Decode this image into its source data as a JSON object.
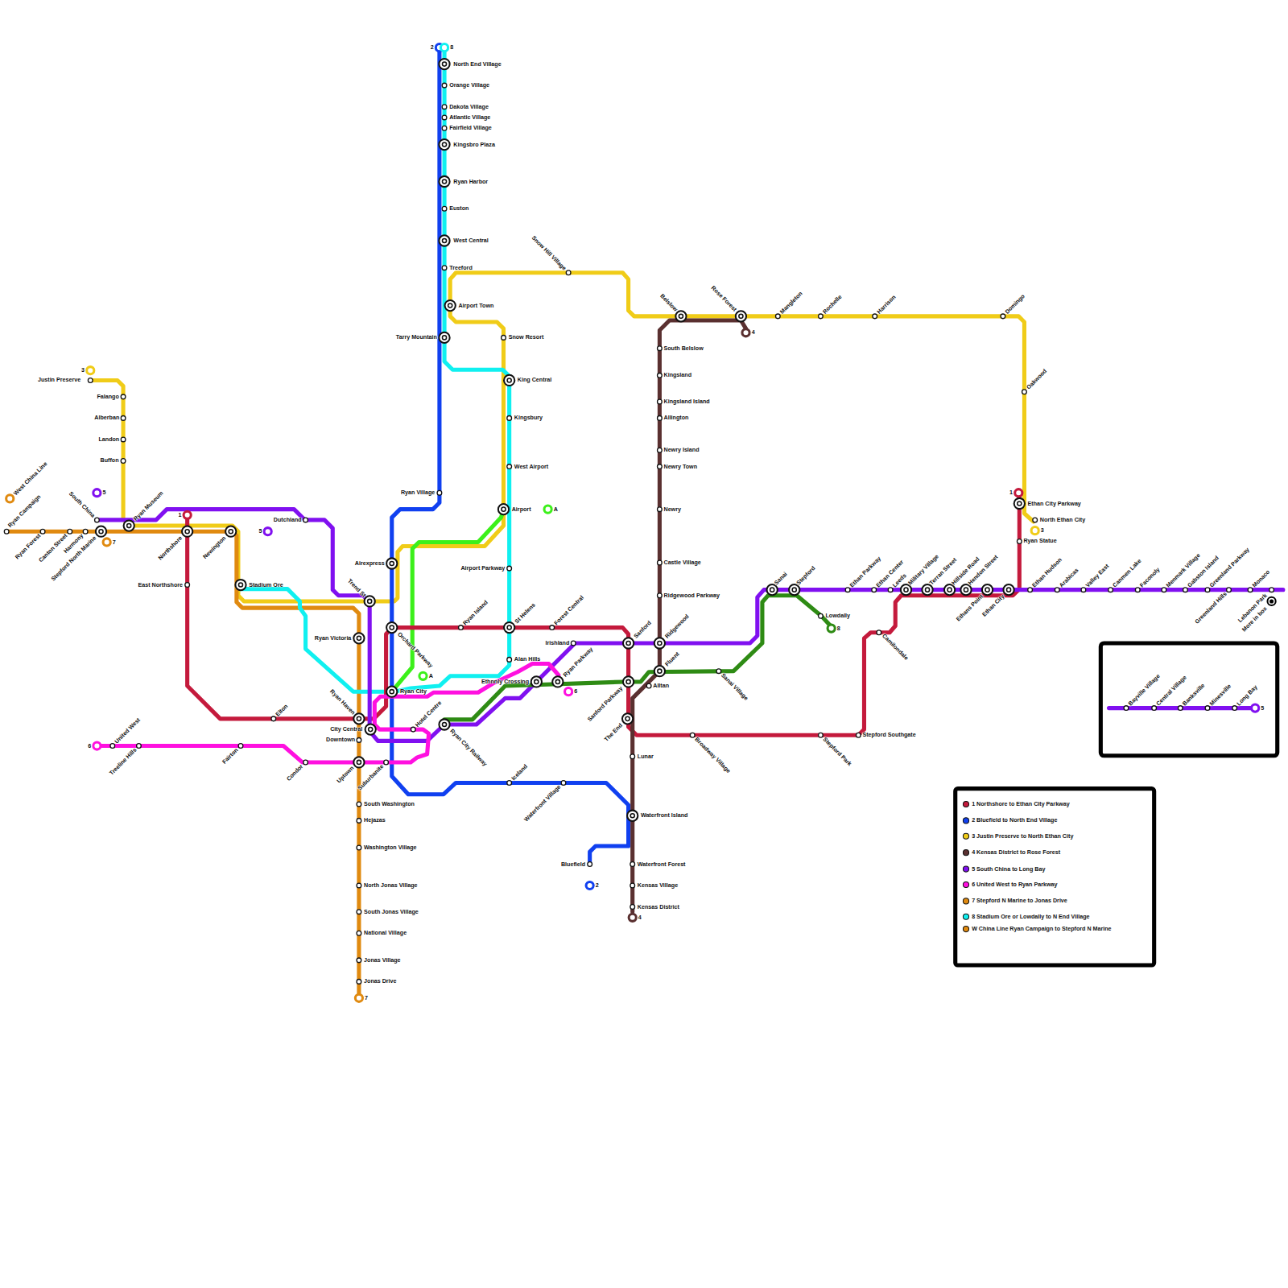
{
  "diagram": {
    "labels": [
      "North End Village",
      "Orange Village",
      "Dakota Village",
      "Atlantic Village",
      "Fairfield Village",
      "Kingsbro Plaza",
      "Ryan Harbor",
      "Euston",
      "West Central",
      "Treeford",
      "Airport Town",
      "Tarry Mountain",
      "Snow Resort",
      "King Central",
      "Kingsbury",
      "West Airport",
      "Airport",
      "Airport Parkway",
      "St Helens",
      "Alan Hills",
      "Ryan Village",
      "Snow Hill Village",
      "Belslow",
      "Rose Forest",
      "Mangleton",
      "Rochelle",
      "Harrison",
      "Domingo",
      "Oakwood",
      "Ethan City Parkway",
      "North Ethan City",
      "Ryan Statue",
      "South Belslow",
      "Kingsland",
      "Kingsland Island",
      "Allington",
      "Newry Island",
      "Newry Town",
      "Newry",
      "Castle Village",
      "Ridgewood Parkway",
      "Ridgewood",
      "Fluent",
      "Alltan",
      "Sanford",
      "Irishland",
      "Sanford Parkway",
      "The End",
      "Lunar",
      "Waterfront Island",
      "Waterfront Forest",
      "Kensas Village",
      "Kensas District",
      "Bluefield",
      "Iceland",
      "Waterfront Village",
      "Ryan Parkway",
      "Ethnnly Crossing",
      "Forest Central",
      "Ryan Island",
      "Orchard Parkway",
      "Ryan City",
      "Hotel Centre",
      "Ryan City Railway",
      "Airexpress",
      "Trend St",
      "Ryan Victoria",
      "Ryan Haven",
      "City Central",
      "Downtown",
      "Uptown",
      "Suburbanite",
      "South Washington",
      "Hejazas",
      "Washington Village",
      "North Jonas Village",
      "South Jonas Village",
      "National Village",
      "Jonas Village",
      "Jonas Drive",
      "Condor",
      "Fairton",
      "Treeline Hills",
      "United West",
      "Elton",
      "East Northshore",
      "Northshore",
      "Newington",
      "Stadium Ore",
      "Ryan Museum",
      "South China",
      "Stepford North Marine",
      "Harmony",
      "Canton Street",
      "Ryan Forest",
      "Ryan Campaign",
      "West China Line",
      "Dutchland",
      "Justin Preserve",
      "Falango",
      "Alberban",
      "Landon",
      "Buffon",
      "Sanai",
      "Stepford",
      "Lowdally",
      "Ethan Parkway",
      "Ethan Center",
      "Leeds",
      "Military Village",
      "Terran Street",
      "Hillside Road",
      "Hendon Street",
      "Ethans Point",
      "Ethan City",
      "Ethan Hudson",
      "Arabicas",
      "Valley East",
      "Canmen Lake",
      "Faconoly",
      "Menmark Village",
      "Gabston Island",
      "Greenland Parkway",
      "Greenland Hills",
      "Monaco",
      "Lebanon Park",
      "More in box",
      "Camilondale",
      "Stepford Park",
      "Stepford Southgate",
      "Broadway Village",
      "Sanai Village",
      "Bayville Village",
      "Central Village",
      "Banksville",
      "Minesville",
      "Long Bay",
      "2",
      "8",
      "3",
      "1",
      "7",
      "5",
      "5",
      "6",
      "A",
      "A",
      "6",
      "2",
      "4",
      "7",
      "4",
      "1",
      "3",
      "8",
      "5"
    ],
    "legend": [
      {
        "text": "1 Northshore to Ethan City Parkway",
        "color": "#c41a3c"
      },
      {
        "text": "2 Bluefield to North End Village",
        "color": "#1040f0"
      },
      {
        "text": "3 Justin Preserve to North Ethan City",
        "color": "#f0cc18"
      },
      {
        "text": "4 Kensas District to Rose Forest",
        "color": "#5a3030"
      },
      {
        "text": "5 South China to Long Bay",
        "color": "#8010f0"
      },
      {
        "text": "6 United West to Ryan Parkway",
        "color": "#ff10e0"
      },
      {
        "text": "7 Stepford N Marine to Jonas Drive",
        "color": "#e08a10"
      },
      {
        "text": "8 Stadium Ore or Lowdally to N End Village",
        "color": "#10f0f0"
      },
      {
        "text": "W China Line Ryan Campaign to Stepford N Marine",
        "color": "#e08a10"
      }
    ]
  }
}
